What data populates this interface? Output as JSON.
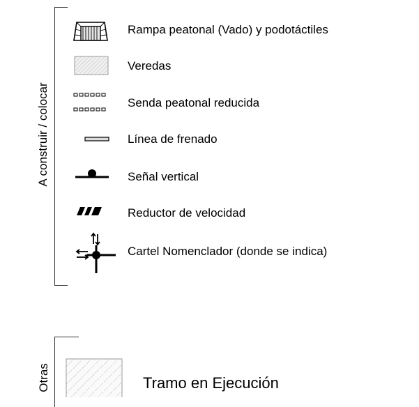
{
  "group_main": {
    "title": "A construir / colocar",
    "items": [
      {
        "icon": "ramp-tactile-paving-icon",
        "label": "Rampa peatonal (Vado) y podotáctiles"
      },
      {
        "icon": "sidewalk-hatch-swatch-icon",
        "label": "Veredas"
      },
      {
        "icon": "dotted-crosswalk-icon",
        "label": "Senda peatonal reducida"
      },
      {
        "icon": "stop-line-icon",
        "label": "Línea de frenado"
      },
      {
        "icon": "vertical-sign-icon",
        "label": "Señal vertical"
      },
      {
        "icon": "speed-bump-icon",
        "label": "Reductor de velocidad"
      },
      {
        "icon": "street-name-sign-icon",
        "label": "Cartel Nomenclador (donde se indica)"
      }
    ]
  },
  "group_other": {
    "title": "Otras",
    "items": [
      {
        "icon": "work-section-hatch-icon",
        "label": "Tramo en Ejecución"
      }
    ]
  }
}
